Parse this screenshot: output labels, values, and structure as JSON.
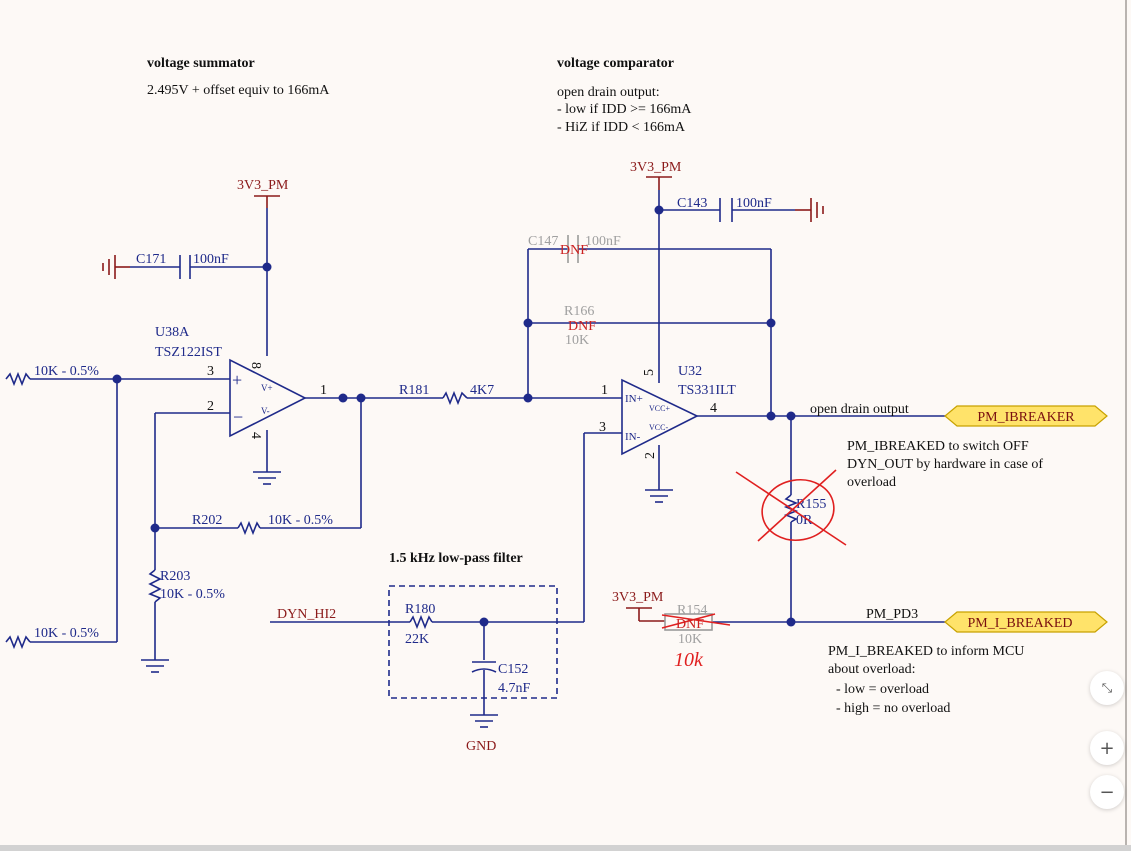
{
  "notes": {
    "summator_title": "voltage summator",
    "summator_desc": "2.495V + offset equiv to 166mA",
    "comparator_title": "voltage comparator",
    "comparator_line1": "open drain output:",
    "comparator_line2": "- low if IDD >= 166mA",
    "comparator_line3": "- HiZ if IDD < 166mA",
    "lowpass_title": "1.5 kHz low-pass filter",
    "ibreaked_line1": "PM_IBREAKED to switch OFF",
    "ibreaked_line2": "DYN_OUT by hardware in case of",
    "ibreaked_line3": "overload",
    "ibreaked2_line1": "PM_I_BREAKED to inform MCU",
    "ibreaked2_line2": "about overload:",
    "ibreaked2_line3": "- low =  overload",
    "ibreaked2_line4": "- high =  no overload"
  },
  "power": {
    "v1": "3V3_PM",
    "v2": "3V3_PM",
    "v3": "3V3_PM",
    "gnd": "GND"
  },
  "components": {
    "c171_ref": "C171",
    "c171_val": "100nF",
    "c143_ref": "C143",
    "c143_val": "100nF",
    "c147_ref": "C147",
    "c147_val": "100nF",
    "c147_dnf": "DNF",
    "r166_ref": "R166",
    "r166_dnf": "DNF",
    "r166_val": "10K",
    "u38a_ref": "U38A",
    "u38a_part": "TSZ122IST",
    "u32_ref": "U32",
    "u32_part": "TS331ILT",
    "r181_ref": "R181",
    "r181_val": "4K7",
    "r202_ref": "R202",
    "r202_val": "10K - 0.5%",
    "r203_ref": "R203",
    "r203_val": "10K - 0.5%",
    "r_in1_val": "10K - 0.5%",
    "r_in2_val": "10K - 0.5%",
    "r180_ref": "R180",
    "r180_val": "22K",
    "c152_ref": "C152",
    "c152_val": "4.7nF",
    "r155_ref": "R155",
    "r155_val": "0R",
    "r154_ref": "R154",
    "r154_dnf": "DNF",
    "r154_val": "10K",
    "r154_handwritten": "10k"
  },
  "pins": {
    "u38_p3": "3",
    "u38_p2": "2",
    "u38_p8": "8",
    "u38_p4": "4",
    "u38_p1": "1",
    "u38_plus": "+",
    "u38_minus": "−",
    "u38_vplus": "V+",
    "u38_vminus": "V-",
    "u32_p1": "1",
    "u32_p3": "3",
    "u32_p5": "5",
    "u32_p2": "2",
    "u32_p4": "4",
    "u32_inp": "IN+",
    "u32_inm": "IN-",
    "u32_vccp": "VCC+",
    "u32_vccm": "VCC-"
  },
  "nets": {
    "open_drain": "open drain output",
    "dyn_hi2": "DYN_HI2",
    "pm_pd3": "PM_PD3",
    "port_ibreaker": "PM_IBREAKER",
    "port_i_breaked": "PM_I_BREAKED"
  },
  "controls": {
    "fit_icon": "⤡",
    "zoom_in": "+",
    "zoom_out": "−"
  }
}
